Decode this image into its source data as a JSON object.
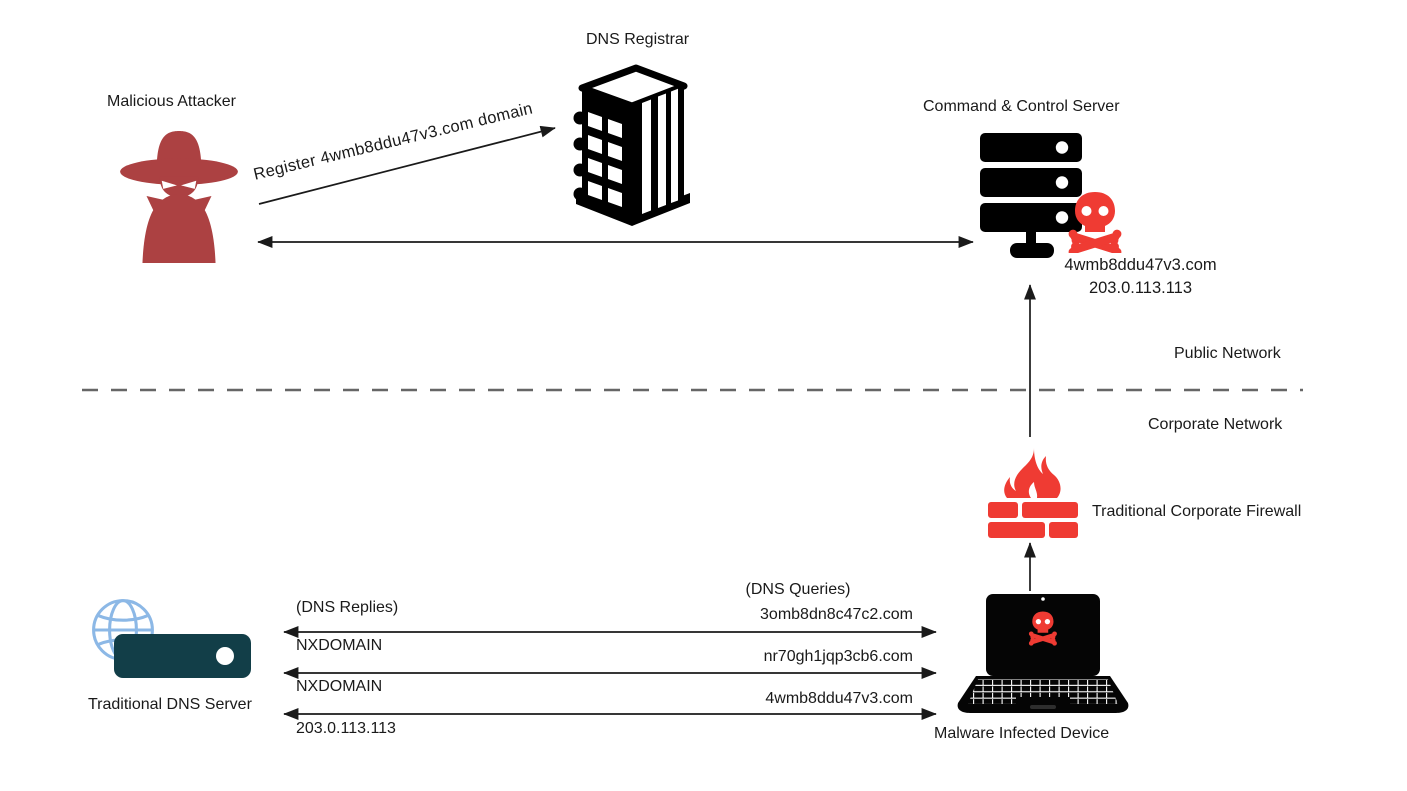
{
  "diagram_type": "dga-malware-network-attack-flow",
  "colors": {
    "attacker_red": "#AC4142",
    "malware_red": "#EF3B33",
    "server_teal": "#123E48",
    "globe_blue": "#8CB8E6",
    "ink": "#1a1a1a",
    "divider_gray": "#666666"
  },
  "nodes": {
    "attacker": {
      "label": "Malicious Attacker"
    },
    "registrar": {
      "label": "DNS Registrar"
    },
    "cc_server": {
      "label": "Command & Control Server",
      "domain": "4wmb8ddu47v3.com",
      "ip": "203.0.113.113"
    },
    "firewall": {
      "label": "Traditional Corporate Firewall"
    },
    "dns_server": {
      "label": "Traditional DNS Server"
    },
    "infected_device": {
      "label": "Malware Infected Device"
    }
  },
  "zones": {
    "public": "Public Network",
    "corporate": "Corporate Network"
  },
  "flows": {
    "register_domain": "Register 4wmb8ddu47v3.com domain",
    "queries_header": "(DNS Queries)",
    "replies_header": "(DNS Replies)",
    "dns_rows": [
      {
        "query": "3omb8dn8c47c2.com",
        "reply": "NXDOMAIN"
      },
      {
        "query": "nr70gh1jqp3cb6.com",
        "reply": "NXDOMAIN"
      },
      {
        "query": "4wmb8ddu47v3.com",
        "reply": "203.0.113.113"
      }
    ]
  }
}
